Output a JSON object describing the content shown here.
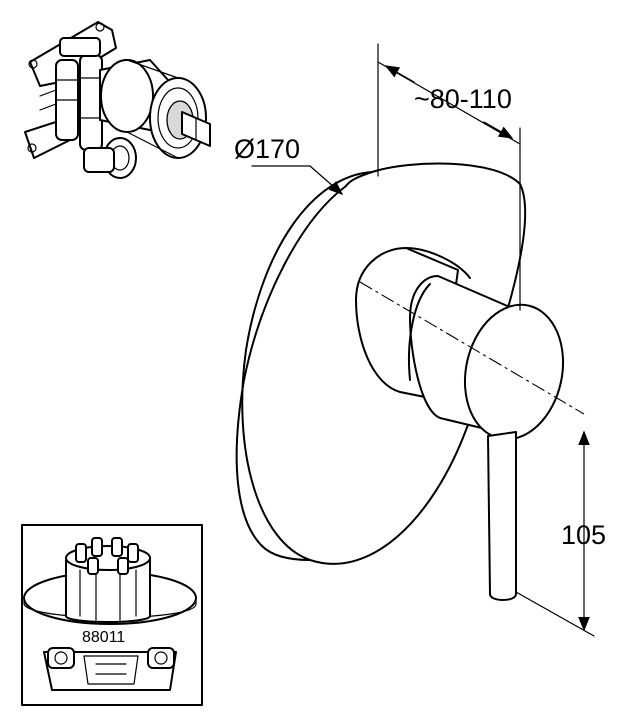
{
  "dimensions": {
    "diameter_label": "Ø170",
    "projection_label": "~80-110",
    "height_label": "105"
  },
  "inset": {
    "part_number": "88011"
  },
  "components": {
    "top_left": "valve-body-icon",
    "bottom_left": "thermostatic-body-icon",
    "main": "shower-mixer-trim"
  }
}
